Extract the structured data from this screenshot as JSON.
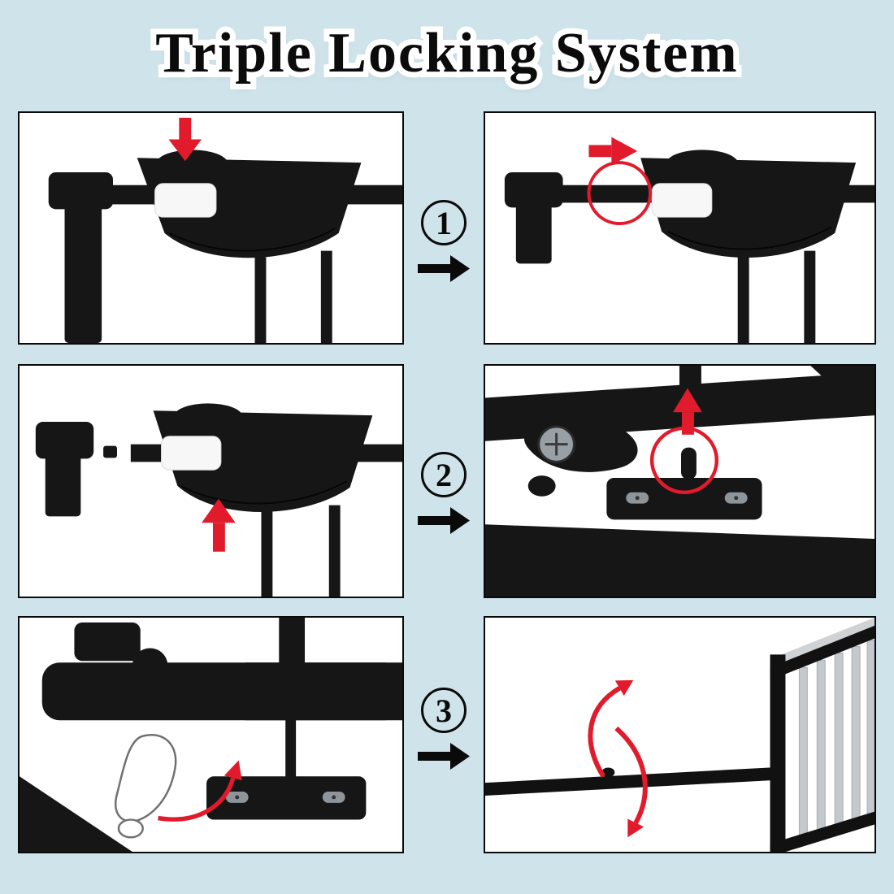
{
  "title": "Triple Locking System",
  "steps": [
    {
      "number": "1"
    },
    {
      "number": "2"
    },
    {
      "number": "3"
    }
  ],
  "colors": {
    "page_background": "#cfe3eb",
    "panel_background": "#ffffff",
    "panel_border": "#0a0a0a",
    "hardware_black": "#161616",
    "accent_red": "#e11b2c",
    "metal_gray": "#8d959b",
    "gate_bar_gray": "#c4c9cd",
    "title_fill": "#0b0b0b",
    "title_outline": "#ffffff"
  },
  "icons": {
    "step_connector": "black-right-arrow",
    "step1_before": [
      "red-down-arrow"
    ],
    "step1_after": [
      "red-right-arrow",
      "red-highlight-circle"
    ],
    "step2_before": [
      "red-up-arrow"
    ],
    "step2_after": [
      "red-up-arrow",
      "red-highlight-circle"
    ],
    "step3_before": [
      "red-curved-arrow"
    ],
    "step3_after": [
      "red-curved-arrow-up",
      "red-curved-arrow-down"
    ]
  }
}
